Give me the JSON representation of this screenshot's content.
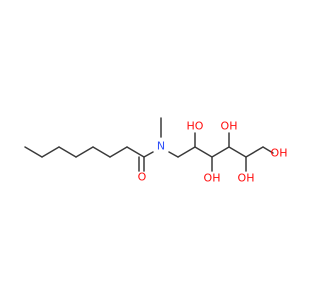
{
  "molecule": {
    "colors": {
      "bond": "#3a3a3a",
      "oxygen": "#ff0d0d",
      "nitrogen": "#3050f8"
    },
    "labels": {
      "amide_n": "N",
      "carbonyl_o": "O",
      "oh_c2": "HO",
      "oh_c3": "OH",
      "oh_c4": "OH",
      "oh_c5": "OH",
      "oh_c6": "OH"
    }
  }
}
